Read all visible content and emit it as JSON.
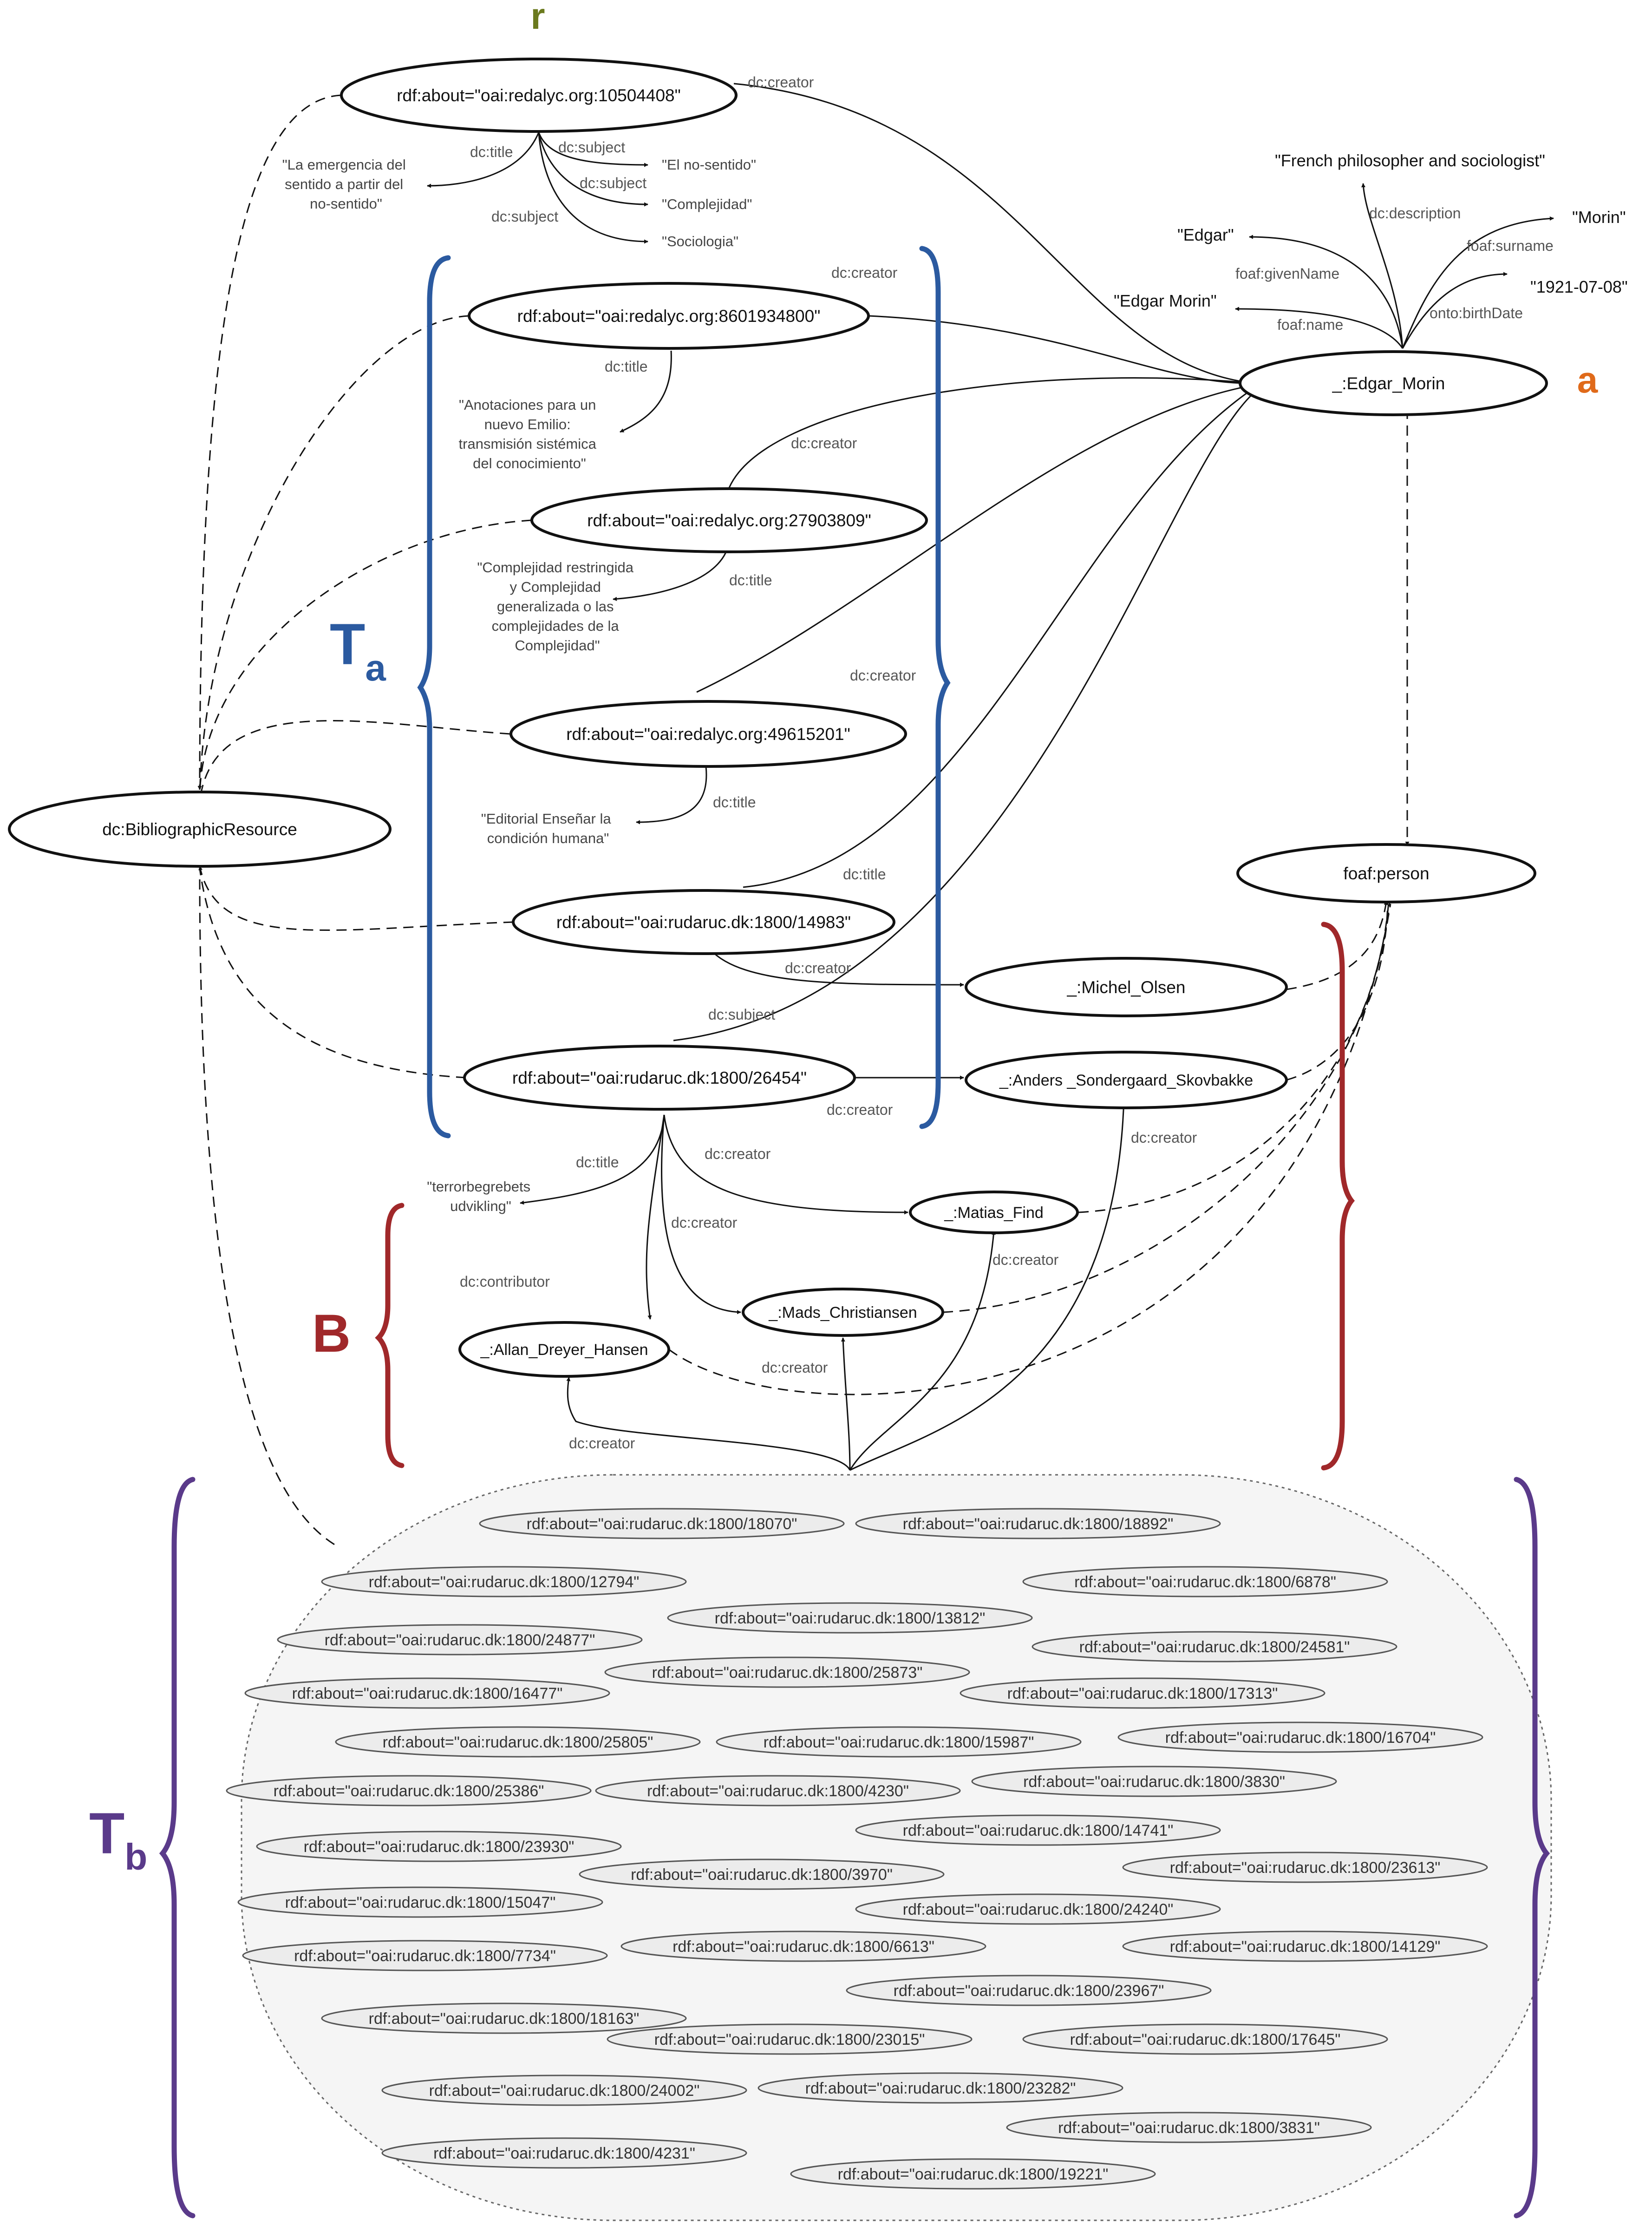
{
  "group_labels": {
    "r": "r",
    "a": "a",
    "ta": "T",
    "ta_sub": "a",
    "b": "B",
    "tb": "T",
    "tb_sub": "b"
  },
  "colors": {
    "r": "#6b7a1e",
    "a": "#e06a1a",
    "ta": "#2b5aa0",
    "b": "#a0282a",
    "tb": "#5a3a8a"
  },
  "nodes": {
    "r_node": "rdf:about=\"oai:redalyc.org:10504408\"",
    "n8601": "rdf:about=\"oai:redalyc.org:8601934800\"",
    "n2790": "rdf:about=\"oai:redalyc.org:27903809\"",
    "n4961": "rdf:about=\"oai:redalyc.org:49615201\"",
    "n14983": "rdf:about=\"oai:rudaruc.dk:1800/14983\"",
    "n26454": "rdf:about=\"oai:rudaruc.dk:1800/26454\"",
    "bib": "dc:BibliographicResource",
    "morin": "_:Edgar_Morin",
    "person": "foaf:person",
    "olsen": "_:Michel_Olsen",
    "anders": "_:Anders _Sondergaard_Skovbakke",
    "matias": "_:Matias_Find",
    "mads": "_:Mads_Christiansen",
    "allan": "_:Allan_Dreyer_Hansen"
  },
  "literals": {
    "r_title": [
      "\"La emergencia del",
      "sentido a partir del",
      "no-sentido\""
    ],
    "r_s1": "\"El no-sentido\"",
    "r_s2": "\"Complejidad\"",
    "r_s3": "\"Sociologia\"",
    "desc": "\"French philosopher and sociologist\"",
    "given": "\"Edgar\"",
    "surname": "\"Morin\"",
    "birth": "\"1921-07-08\"",
    "name": "\"Edgar Morin\"",
    "t8601": [
      "\"Anotaciones para un",
      "nuevo Emilio:",
      "transmisión sistémica",
      "del conocimiento\""
    ],
    "t2790": [
      "\"Complejidad restringida",
      "y Complejidad",
      "generalizada o las",
      "complejidades de la",
      "Complejidad\""
    ],
    "t4961": [
      "\"Editorial Enseñar la",
      "condición humana\""
    ],
    "t26454": [
      "\"terrorbegrebets",
      "udvikling\""
    ]
  },
  "edge_labels": {
    "creator": "dc:creator",
    "title": "dc:title",
    "subject": "dc:subject",
    "contributor": "dc:contributor",
    "description": "dc:description",
    "givenName": "foaf:givenName",
    "surname": "foaf:surname",
    "birthDate": "onto:birthDate",
    "name": "foaf:name"
  },
  "tb_records": [
    "rdf:about=\"oai:rudaruc.dk:1800/18070\"",
    "rdf:about=\"oai:rudaruc.dk:1800/18892\"",
    "rdf:about=\"oai:rudaruc.dk:1800/12794\"",
    "rdf:about=\"oai:rudaruc.dk:1800/6878\"",
    "rdf:about=\"oai:rudaruc.dk:1800/13812\"",
    "rdf:about=\"oai:rudaruc.dk:1800/24877\"",
    "rdf:about=\"oai:rudaruc.dk:1800/24581\"",
    "rdf:about=\"oai:rudaruc.dk:1800/25873\"",
    "rdf:about=\"oai:rudaruc.dk:1800/16477\"",
    "rdf:about=\"oai:rudaruc.dk:1800/17313\"",
    "rdf:about=\"oai:rudaruc.dk:1800/25805\"",
    "rdf:about=\"oai:rudaruc.dk:1800/15987\"",
    "rdf:about=\"oai:rudaruc.dk:1800/16704\"",
    "rdf:about=\"oai:rudaruc.dk:1800/25386\"",
    "rdf:about=\"oai:rudaruc.dk:1800/4230\"",
    "rdf:about=\"oai:rudaruc.dk:1800/3830\"",
    "rdf:about=\"oai:rudaruc.dk:1800/14741\"",
    "rdf:about=\"oai:rudaruc.dk:1800/23930\"",
    "rdf:about=\"oai:rudaruc.dk:1800/23613\"",
    "rdf:about=\"oai:rudaruc.dk:1800/3970\"",
    "rdf:about=\"oai:rudaruc.dk:1800/15047\"",
    "rdf:about=\"oai:rudaruc.dk:1800/24240\"",
    "rdf:about=\"oai:rudaruc.dk:1800/7734\"",
    "rdf:about=\"oai:rudaruc.dk:1800/6613\"",
    "rdf:about=\"oai:rudaruc.dk:1800/14129\"",
    "rdf:about=\"oai:rudaruc.dk:1800/23967\"",
    "rdf:about=\"oai:rudaruc.dk:1800/18163\"",
    "rdf:about=\"oai:rudaruc.dk:1800/23015\"",
    "rdf:about=\"oai:rudaruc.dk:1800/17645\"",
    "rdf:about=\"oai:rudaruc.dk:1800/24002\"",
    "rdf:about=\"oai:rudaruc.dk:1800/23282\"",
    "rdf:about=\"oai:rudaruc.dk:1800/3831\"",
    "rdf:about=\"oai:rudaruc.dk:1800/4231\"",
    "rdf:about=\"oai:rudaruc.dk:1800/19221\""
  ]
}
